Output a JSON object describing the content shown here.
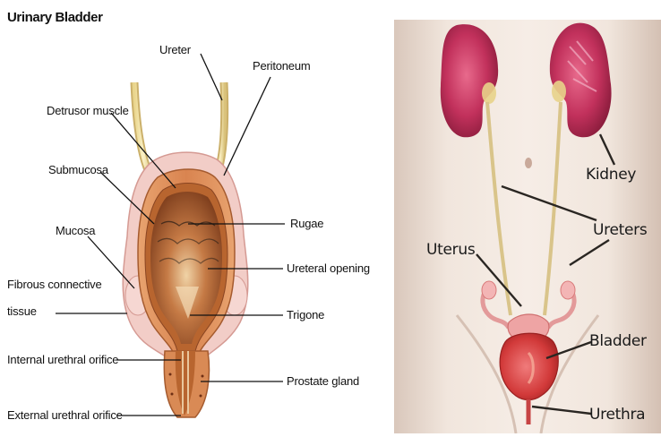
{
  "left_diagram": {
    "title": "Urinary Bladder",
    "labels": {
      "ureter": "Ureter",
      "peritoneum": "Peritoneum",
      "detrusor_muscle": "Detrusor muscle",
      "submucosa": "Submucosa",
      "mucosa": "Mucosa",
      "fibrous_line1": "Fibrous connective",
      "fibrous_line2": "tissue",
      "rugae": "Rugae",
      "ureteral_opening": "Ureteral opening",
      "trigone": "Trigone",
      "internal_urethral_orifice": "Internal urethral orifice",
      "prostate_gland": "Prostate gland",
      "external_urethral_orifice": "External urethral orifice"
    }
  },
  "right_diagram": {
    "labels": {
      "kidney": "Kidney",
      "ureters": "Ureters",
      "uterus": "Uterus",
      "bladder": "Bladder",
      "urethra": "Urethra"
    }
  }
}
